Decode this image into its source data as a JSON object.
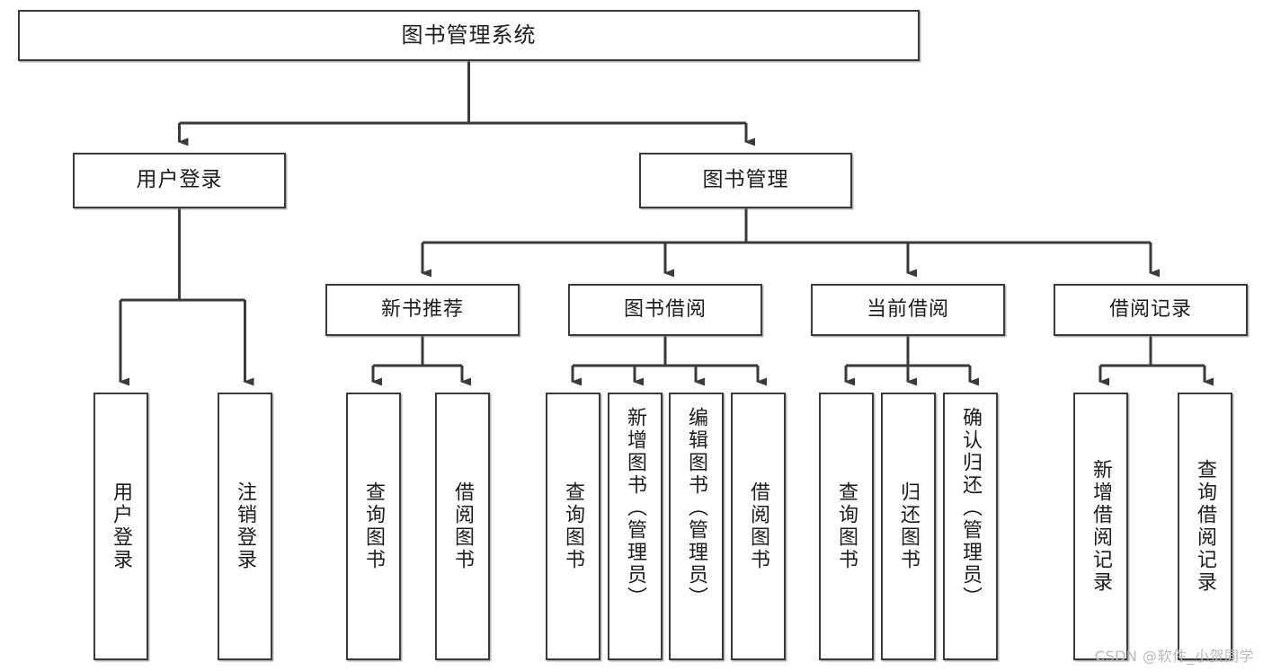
{
  "diagram": {
    "kind": "tree-hierarchy-diagram",
    "title": "图书管理系统",
    "watermark": "CSDN @软件_小贺同学",
    "colors": {
      "box_border": "#3a3a3a",
      "box_fill": "#ffffff",
      "connector": "#3a3a3a",
      "text": "#1c1c1c",
      "watermark": "#b9b9b9",
      "background": "#ffffff"
    },
    "levels": {
      "root": "图书管理系统",
      "branches": [
        "用户登录",
        "图书管理"
      ],
      "groups": [
        "新书推荐",
        "图书借阅",
        "当前借阅",
        "借阅记录"
      ]
    },
    "nodes": {
      "root": {
        "label": "图书管理系统"
      },
      "user_login": {
        "label": "用户登录"
      },
      "book_manage": {
        "label": "图书管理"
      },
      "new_book_rec": {
        "label": "新书推荐"
      },
      "book_borrow": {
        "label": "图书借阅"
      },
      "current_borrow": {
        "label": "当前借阅"
      },
      "borrow_record": {
        "label": "借阅记录"
      },
      "leaf_user_login": {
        "label": "用户登录"
      },
      "leaf_user_logout": {
        "label": "注销登录"
      },
      "leaf_rec_query": {
        "label": "查询图书"
      },
      "leaf_rec_borrow": {
        "label": "借阅图书"
      },
      "leaf_borrow_query": {
        "label": "查询图书"
      },
      "leaf_borrow_add": {
        "label": "新增图书（管理员）"
      },
      "leaf_borrow_edit": {
        "label": "编辑图书（管理员）"
      },
      "leaf_borrow_do": {
        "label": "借阅图书"
      },
      "leaf_cur_query": {
        "label": "查询图书"
      },
      "leaf_cur_return": {
        "label": "归还图书"
      },
      "leaf_cur_confirm": {
        "label": "确认归还（管理员）"
      },
      "leaf_rec_add": {
        "label": "新增借阅记录"
      },
      "leaf_rec_query2": {
        "label": "查询借阅记录"
      }
    }
  }
}
